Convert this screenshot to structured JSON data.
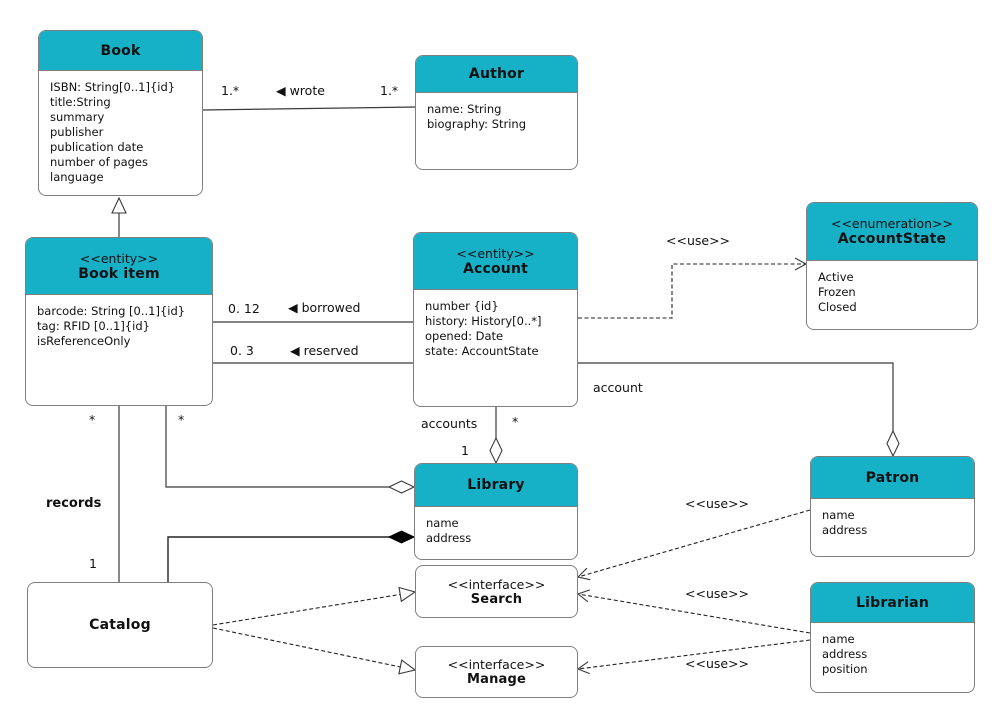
{
  "diagram": {
    "kind": "UML class diagram",
    "subject": "Library system"
  },
  "colors": {
    "header_fill": "#16b0c7",
    "box_border": "#7f7f7f",
    "line": "#3a3a3a"
  },
  "classes": {
    "book": {
      "name": "Book",
      "attributes": [
        "ISBN: String[0..1]{id}",
        "title:String",
        "summary",
        "publisher",
        "publication date",
        "number of pages",
        "language"
      ]
    },
    "author": {
      "name": "Author",
      "attributes": [
        "name: String",
        "biography: String"
      ]
    },
    "book_item": {
      "stereotype": "<<entity>>",
      "name": "Book item",
      "attributes": [
        "barcode: String [0..1]{id}",
        "tag: RFID [0..1]{id}",
        "isReferenceOnly"
      ]
    },
    "account": {
      "stereotype": "<<entity>>",
      "name": "Account",
      "attributes": [
        "number {id}",
        "history: History[0..*]",
        "opened: Date",
        "state: AccountState"
      ]
    },
    "account_state": {
      "stereotype": "<<enumeration>>",
      "name": "AccountState",
      "attributes": [
        "Active",
        "Frozen",
        "Closed"
      ]
    },
    "library": {
      "name": "Library",
      "attributes": [
        "name",
        "address"
      ]
    },
    "patron": {
      "name": "Patron",
      "attributes": [
        "name",
        "address"
      ]
    },
    "librarian": {
      "name": "Librarian",
      "attributes": [
        "name",
        "address",
        "position"
      ]
    },
    "catalog": {
      "name": "Catalog"
    },
    "search": {
      "stereotype": "<<interface>>",
      "name": "Search"
    },
    "manage": {
      "stereotype": "<<interface>>",
      "name": "Manage"
    }
  },
  "labels": {
    "book_mult": "1.*",
    "wrote": "◀ wrote",
    "author_mult": "1.*",
    "borrowed_mult": "0. 12",
    "borrowed": "◀ borrowed",
    "reserved_mult": "0. 3",
    "reserved": "◀ reserved",
    "use_account_state": "<<use>>",
    "accounts": "accounts",
    "accounts_mult": "*",
    "library_mult": "1",
    "account_role": "account",
    "bookitem_library_mult": "*",
    "records_mult_many": "*",
    "records": "records",
    "records_mult_one": "1",
    "use_patron_search": "<<use>>",
    "use_librarian_search": "<<use>>",
    "use_librarian_manage": "<<use>>"
  }
}
